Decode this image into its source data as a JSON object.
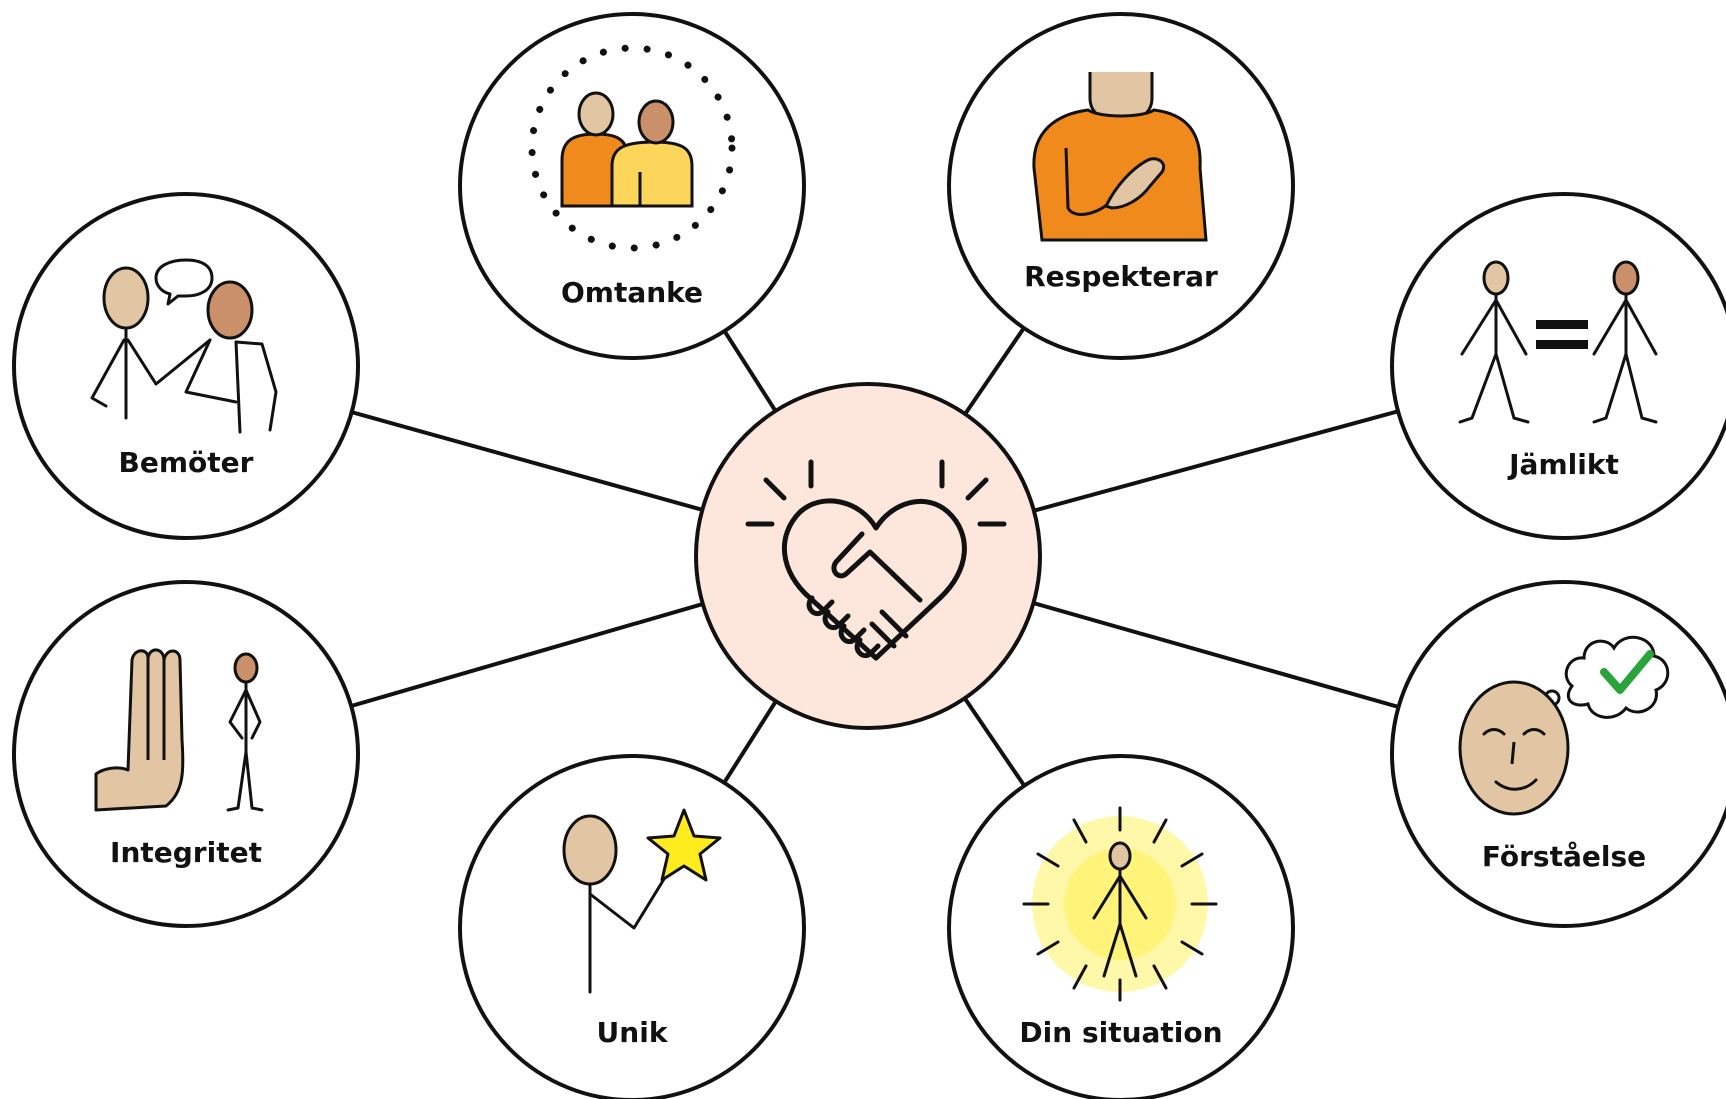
{
  "center": {
    "icon": "heart-handshake-icon",
    "fill_color": "#fde6dc"
  },
  "nodes": [
    {
      "id": "omtanke",
      "label": "Omtanke",
      "icon": "caring-people-icon"
    },
    {
      "id": "respekterar",
      "label": "Respekterar",
      "icon": "hand-on-heart-icon"
    },
    {
      "id": "bemoter",
      "label": "Bemöter",
      "icon": "conversation-icon"
    },
    {
      "id": "jamlikt",
      "label": "Jämlikt",
      "icon": "equality-icon"
    },
    {
      "id": "integritet",
      "label": "Integritet",
      "icon": "stop-hand-icon"
    },
    {
      "id": "forstaelse",
      "label": "Förståelse",
      "icon": "thinking-check-icon"
    },
    {
      "id": "unik",
      "label": "Unik",
      "icon": "person-star-icon"
    },
    {
      "id": "din-situation",
      "label": "Din situation",
      "icon": "person-glow-icon"
    }
  ]
}
